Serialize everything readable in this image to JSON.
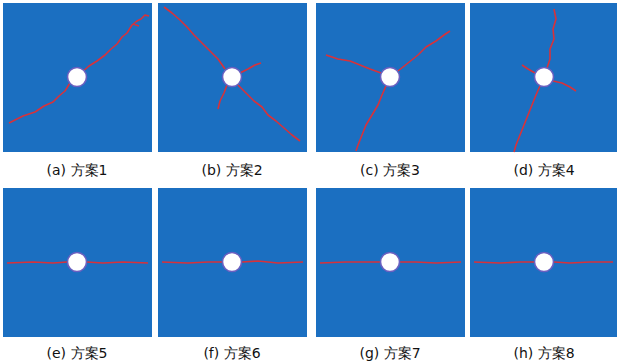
{
  "diagram": {
    "labels": [
      "(a) 方案1",
      "(b) 方案2",
      "(c) 方案3",
      "(d) 方案4",
      "(e) 方案5",
      "(f) 方案6",
      "(g) 方案7",
      "(h) 方案8"
    ]
  }
}
